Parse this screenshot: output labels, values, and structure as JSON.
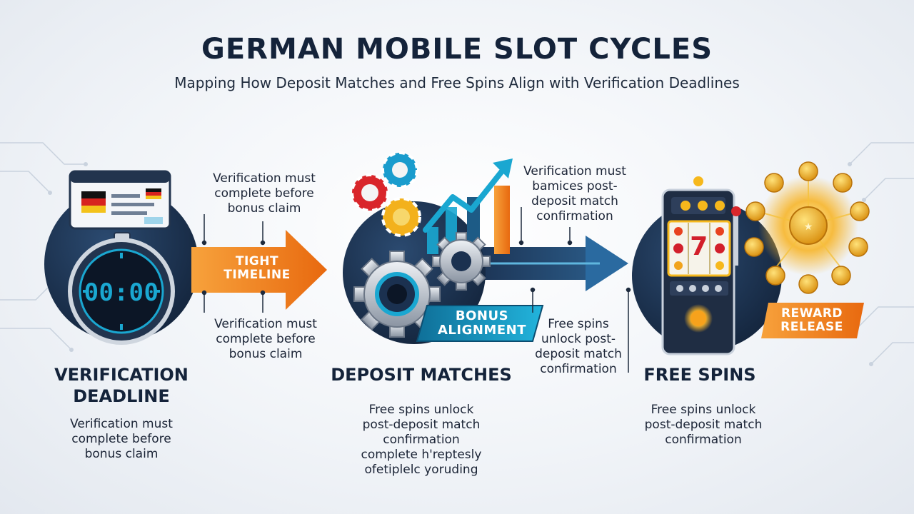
{
  "header": {
    "title": "GERMAN MOBILE SLOT CYCLES",
    "subtitle": "Mapping How Deposit Matches and Free Spins Align with Verification Deadlines"
  },
  "timer": {
    "display": "00:00"
  },
  "slot": {
    "symbol": "7"
  },
  "callouts": {
    "left_top": [
      "Verification must",
      "complete before",
      "bonus claim"
    ],
    "left_bottom": [
      "Verification must",
      "complete before",
      "bonus claim"
    ],
    "right_top": [
      "Verification must",
      "bamices post-",
      "deposit match",
      "confirmation"
    ],
    "right_bottom": [
      "Free spins",
      "unlock post-",
      "deposit match",
      "confirmation"
    ]
  },
  "tags": {
    "tight_timeline": [
      "TIGHT",
      "TIMELINE"
    ],
    "bonus_alignment": [
      "BONUS",
      "ALIGNMENT"
    ],
    "reward_release": [
      "REWARD",
      "RELEASE"
    ]
  },
  "stages": [
    {
      "title_lines": [
        "VERIFICATION",
        "DEADLINE"
      ],
      "desc_lines": [
        "Verification must",
        "complete before",
        "bonus claim"
      ]
    },
    {
      "title_lines": [
        "DEPOSIT MATCHES"
      ],
      "desc_lines": [
        "Free spins unlock",
        "post-deposit match",
        "confirmation",
        "complete h'reptesly",
        "ofetiplelc yoruding"
      ]
    },
    {
      "title_lines": [
        "FREE SPINS"
      ],
      "desc_lines": [
        "Free spins unlock",
        "post-deposit match",
        "confirmation"
      ]
    }
  ],
  "colors": {
    "navy": "#1d3350",
    "orange": "#f28a1e",
    "teal": "#19a9cf",
    "gold": "#f6b81c"
  }
}
